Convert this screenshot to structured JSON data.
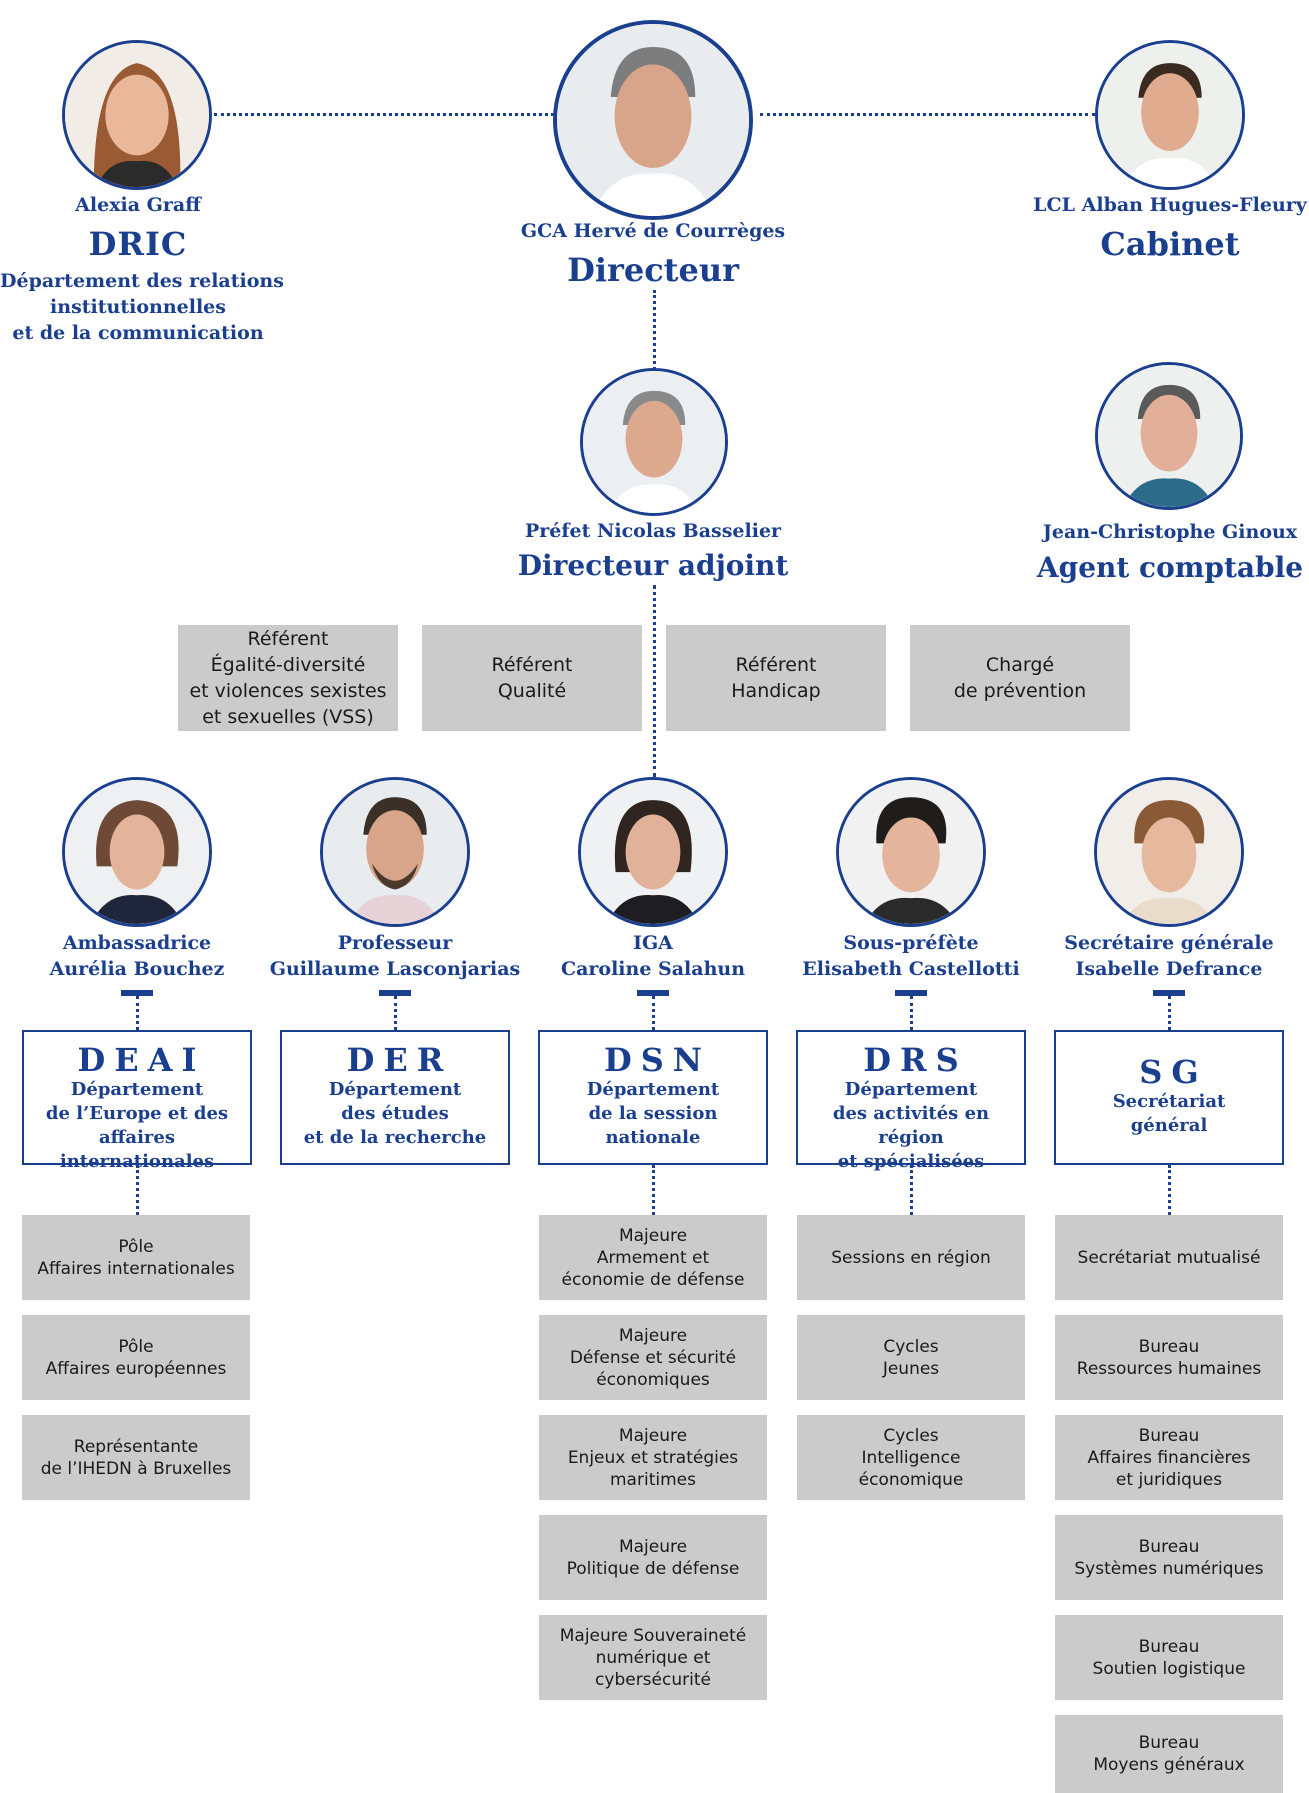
{
  "colors": {
    "navy": "#1b3f8f",
    "grey_box": "#cbcbcb"
  },
  "top": {
    "dric": {
      "person": "Alexia Graff",
      "abbr": "DRIC",
      "full_lines": [
        "Département des relations",
        "institutionnelles",
        "et de la communication"
      ]
    },
    "director": {
      "person": "GCA Hervé de Courrèges",
      "title": "Directeur"
    },
    "cabinet": {
      "person": "LCL Alban Hugues-Fleury",
      "title": "Cabinet"
    }
  },
  "deputy": {
    "person": "Préfet Nicolas Basselier",
    "title": "Directeur adjoint"
  },
  "accountant": {
    "person": "Jean-Christophe Ginoux",
    "title": "Agent comptable"
  },
  "referents": [
    "Référent\nÉgalité-diversité\net violences sexistes\net sexuelles (VSS)",
    "Référent\nQualité",
    "Référent\nHandicap",
    "Chargé\nde prévention"
  ],
  "departments": [
    {
      "person_lines": [
        "Ambassadrice",
        "Aurélia Bouchez"
      ],
      "abbr": "DEAI",
      "full_lines": [
        "Département",
        "de l’Europe et des",
        "affaires internationales"
      ],
      "units": [
        "Pôle\nAffaires internationales",
        "Pôle\nAffaires européennes",
        "Représentante\nde l’IHEDN à Bruxelles"
      ]
    },
    {
      "person_lines": [
        "Professeur",
        "Guillaume Lasconjarias"
      ],
      "abbr": "DER",
      "full_lines": [
        "Département",
        "des études",
        "et de la recherche"
      ],
      "units": []
    },
    {
      "person_lines": [
        "IGA",
        "Caroline Salahun"
      ],
      "abbr": "DSN",
      "full_lines": [
        "Département",
        "de la session",
        "nationale"
      ],
      "units": [
        "Majeure\nArmement et\néconomie de défense",
        "Majeure\nDéfense et sécurité\néconomiques",
        "Majeure\nEnjeux et stratégies\nmaritimes",
        "Majeure\nPolitique de défense",
        "Majeure Souveraineté\nnumérique et\ncybersécurité"
      ]
    },
    {
      "person_lines": [
        "Sous-préfète",
        "Elisabeth Castellotti"
      ],
      "abbr": "DRS",
      "full_lines": [
        "Département",
        "des activités en région",
        "et spécialisées"
      ],
      "units": [
        "Sessions en région",
        "Cycles\nJeunes",
        "Cycles\nIntelligence\néconomique"
      ]
    },
    {
      "person_lines": [
        "Secrétaire générale",
        "Isabelle Defrance"
      ],
      "abbr": "SG",
      "full_lines": [
        "Secrétariat",
        "général"
      ],
      "units": [
        "Secrétariat mutualisé",
        "Bureau\nRessources humaines",
        "Bureau\nAffaires financières\net juridiques",
        "Bureau\nSystèmes numériques",
        "Bureau\nSoutien logistique",
        "Bureau\nMoyens généraux"
      ]
    }
  ]
}
